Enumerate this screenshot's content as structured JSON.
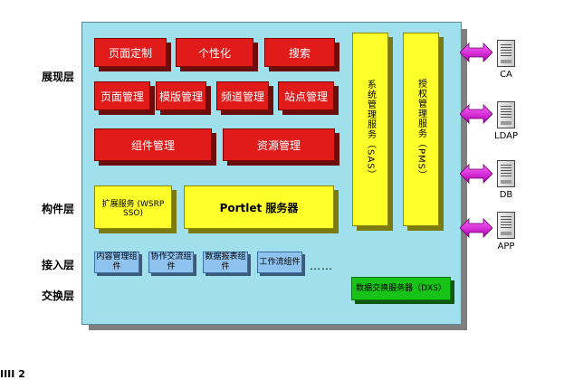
{
  "layers": {
    "presentation": "展现层",
    "component": "构件层",
    "access": "接入层",
    "exchange": "交换层"
  },
  "presentation_boxes": {
    "page_custom": "页面定制",
    "personalize": "个性化",
    "search": "搜索",
    "page_mgmt": "页面管理",
    "template_mgmt": "模版管理",
    "channel_mgmt": "频道管理",
    "site_mgmt": "站点管理",
    "component_mgmt": "组件管理",
    "resource_mgmt": "资源管理"
  },
  "component_boxes": {
    "extension_service": "扩展服务 (WSRP SSO)",
    "portlet_server": "Portlet 服务器"
  },
  "access_boxes": {
    "content_mgmt": "内容管理组件",
    "collab": "协作交流组件",
    "data_report": "数据报表组件",
    "workflow": "工作流组件",
    "more": "……"
  },
  "exchange_box": "数据交换服务器（DXS）",
  "vertical_boxes": {
    "sas": "系统管理服务（SAS）",
    "pms": "授权管理服务（PMS）"
  },
  "external_systems": [
    "CA",
    "LDAP",
    "DB",
    "APP"
  ],
  "footer_text": "IIII 2"
}
